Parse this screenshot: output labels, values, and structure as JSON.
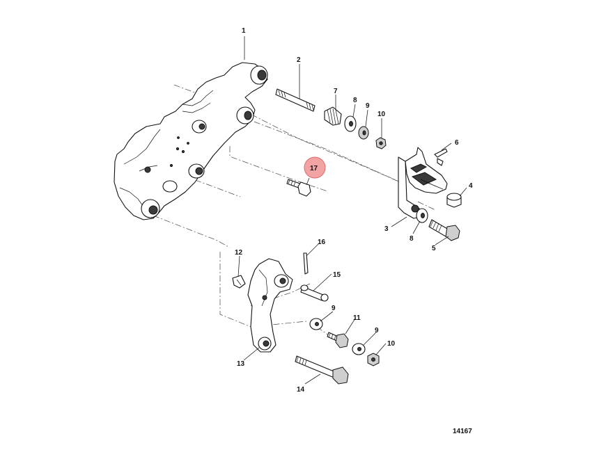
{
  "callouts": {
    "c1": "1",
    "c2": "2",
    "c3": "3",
    "c4": "4",
    "c5": "5",
    "c6": "6",
    "c7": "7",
    "c8a": "8",
    "c8b": "8",
    "c9a": "9",
    "c9b": "9",
    "c9c": "9",
    "c10a": "10",
    "c10b": "10",
    "c11": "11",
    "c12": "12",
    "c13": "13",
    "c14": "14",
    "c15": "15",
    "c16": "16",
    "c17": "17"
  },
  "highlighted_callout": "17",
  "highlight_color": "#f2a3a3",
  "figure_number": "14167"
}
